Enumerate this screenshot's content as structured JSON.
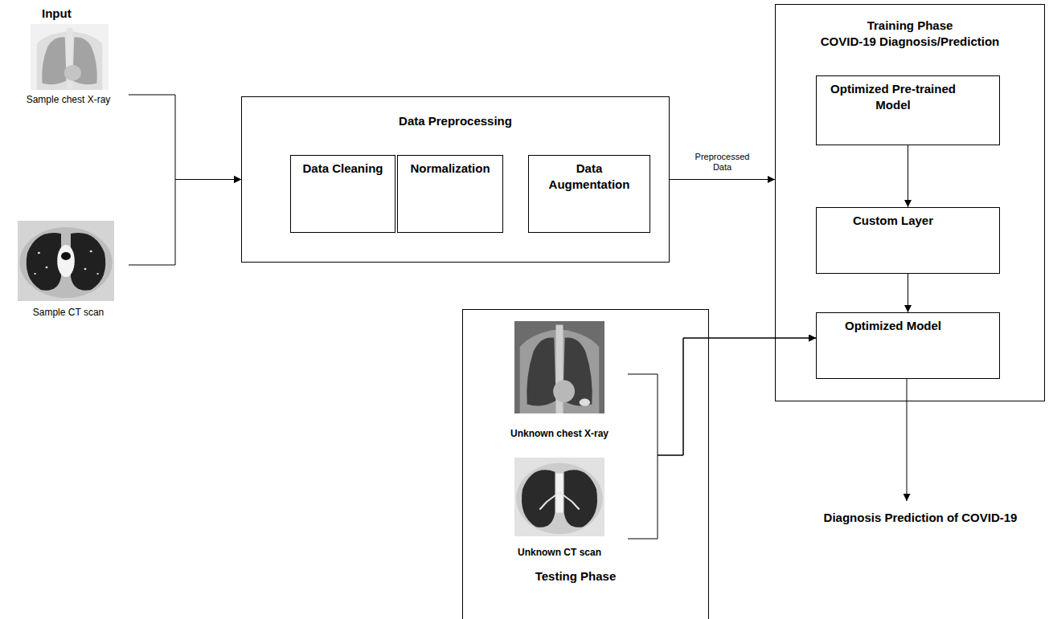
{
  "diagram": {
    "nodes": [
      {
        "text": [
          "Sample chest X-ray"
        ]
      },
      {
        "text": [
          "Sample CT scan"
        ]
      },
      {
        "text": [
          "Data Preprocessing"
        ]
      },
      {
        "text": [
          "Data Cleaning"
        ],
        "in": 2
      },
      {
        "text": [
          "Normalization"
        ],
        "in": 2
      },
      {
        "text": [
          "Data Augmentation"
        ],
        "in": 2
      },
      {
        "text": [
          "Training Phase",
          "COVID-19 Diagnosis/Prediction"
        ]
      },
      {
        "text": [
          "Optimized Pre-trained Model"
        ],
        "in": 6
      },
      {
        "text": [
          "Custom Layer"
        ],
        "in": 6
      },
      {
        "text": [
          "Optimized Model"
        ],
        "in": 6
      },
      {
        "text": [
          "Testing Phase"
        ]
      },
      {
        "text": [
          "Unknown chest X-ray"
        ],
        "in": 10
      },
      {
        "text": [
          "Unknown CT scan"
        ],
        "in": 10
      }
    ],
    "edges": [
      {
        "from": 0,
        "to": 2,
        "arrow": "to"
      },
      {
        "from": 1,
        "to": 2,
        "arrow": "to"
      },
      {
        "from": 2,
        "to": 6,
        "label": "Preprocessed Data",
        "arrow": "to"
      },
      {
        "from": 7,
        "to": 8,
        "arrow": "to"
      },
      {
        "from": 8,
        "to": 9,
        "arrow": "to"
      },
      {
        "from": 11,
        "to": 9,
        "arrow": "to"
      },
      {
        "from": 12,
        "to": 9,
        "arrow": "to"
      }
    ],
    "labels": [
      "Input",
      "Diagnosis Prediction of COVID-19"
    ]
  }
}
